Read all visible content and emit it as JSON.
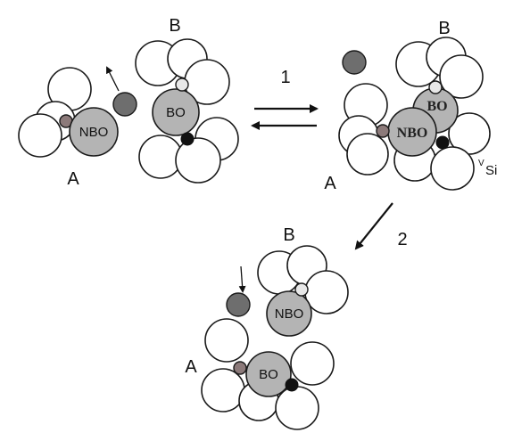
{
  "panel_left": {
    "label_a": "A",
    "label_b": "B",
    "nbo": "NBO",
    "bo": "BO"
  },
  "panel_right": {
    "label_a": "A",
    "label_b": "B",
    "nbo": "NBO",
    "bo": "BO",
    "vsi_sup": "V",
    "vsi_main": "Si"
  },
  "panel_bottom": {
    "label_a": "A",
    "label_b": "B",
    "nbo": "NBO",
    "bo": "BO"
  },
  "steps": {
    "step1": "1",
    "step2": "2"
  }
}
